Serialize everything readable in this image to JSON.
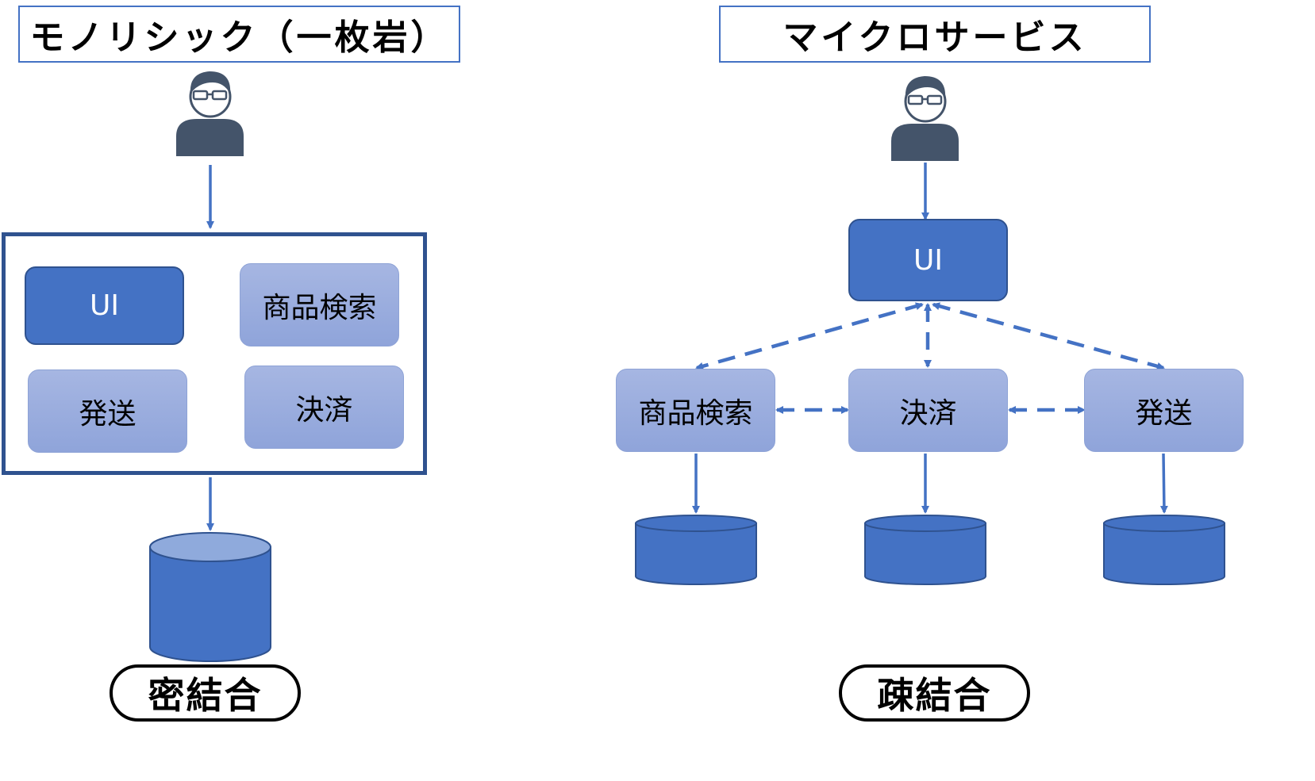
{
  "monolith": {
    "title": "モノリシック（一枚岩）",
    "services": {
      "ui": "UI",
      "search": "商品検索",
      "shipping": "発送",
      "payment": "決済"
    },
    "coupling": "密結合"
  },
  "microservices": {
    "title": "マイクロサービス",
    "services": {
      "ui": "UI",
      "search": "商品検索",
      "payment": "決済",
      "shipping": "発送"
    },
    "coupling": "疎結合"
  },
  "colors": {
    "accent": "#4472c4",
    "dark_border": "#2f528f",
    "service_fill": "#a6b6e2",
    "user_icon": "#44546a",
    "db_top": "#8faadc"
  },
  "icons": {
    "user": "user-with-glasses-icon",
    "database": "database-cylinder-icon"
  }
}
